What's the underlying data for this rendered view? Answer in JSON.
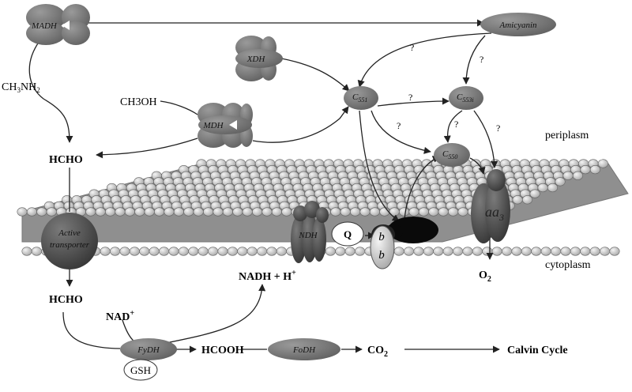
{
  "enzymes": {
    "madh": "MADH",
    "xdh": "XDH",
    "mdh": "MDH",
    "amicyanin": "Amicyanin",
    "fydh": "FyDH",
    "fodh": "FoDH",
    "gsh": "GSH"
  },
  "cytochromes": {
    "c551": {
      "base": "C",
      "sub": "551"
    },
    "c553": {
      "base": "C",
      "sub": "553i"
    },
    "c550": {
      "base": "C",
      "sub": "550"
    }
  },
  "complexes": {
    "ndh": "NDH",
    "q": "Q",
    "b_top": "b",
    "b_bottom": "b",
    "aa3": {
      "base": "aa",
      "sub": "3"
    },
    "transporter": [
      "Active",
      "transporter"
    ]
  },
  "compounds": {
    "ch3nh2": {
      "a": "CH",
      "s1": "3",
      "b": "NH",
      "s2": "2"
    },
    "ch3oh": "CH3OH",
    "hcho_top": "HCHO",
    "hcho_bottom": "HCHO",
    "nadh": {
      "text": "NADH + H",
      "sup": "+"
    },
    "nad": {
      "text": "NAD",
      "sup": "+"
    },
    "hcooh": "HCOOH",
    "co2": {
      "text": "CO",
      "sub": "2"
    },
    "o2": {
      "text": "O",
      "sub": "2"
    },
    "calvin": "Calvin Cycle"
  },
  "regions": {
    "periplasm": "periplasm",
    "cytoplasm": "cytoplasm"
  },
  "unknown_mark": "?"
}
